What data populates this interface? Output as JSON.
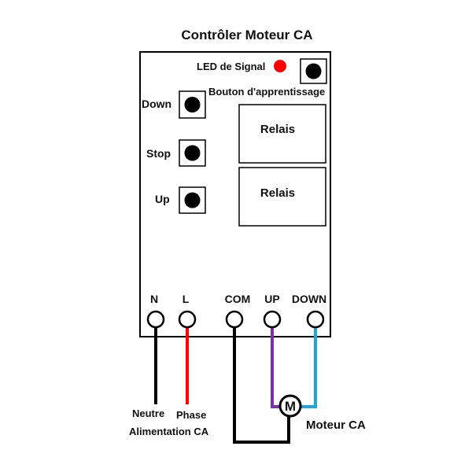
{
  "title": "Contrôler Moteur CA",
  "led": {
    "label": "LED de Signal",
    "color": "#ff0000"
  },
  "learn_button": {
    "label": "Bouton d'apprentissage"
  },
  "buttons": [
    {
      "label": "Down"
    },
    {
      "label": "Stop"
    },
    {
      "label": "Up"
    }
  ],
  "relays": [
    {
      "label": "Relais"
    },
    {
      "label": "Relais"
    }
  ],
  "terminals": [
    {
      "label": "N"
    },
    {
      "label": "L"
    },
    {
      "label": "COM"
    },
    {
      "label": "UP"
    },
    {
      "label": "DOWN"
    }
  ],
  "wires": {
    "neutral_color": "#000000",
    "phase_color": "#ff0000",
    "com_color": "#000000",
    "up_color": "#7b2fa8",
    "down_color": "#1aa7e0"
  },
  "power": {
    "neutral_label": "Neutre",
    "phase_label": "Phase",
    "supply_label": "Alimentation CA"
  },
  "motor": {
    "symbol": "M",
    "label": "Moteur CA"
  }
}
